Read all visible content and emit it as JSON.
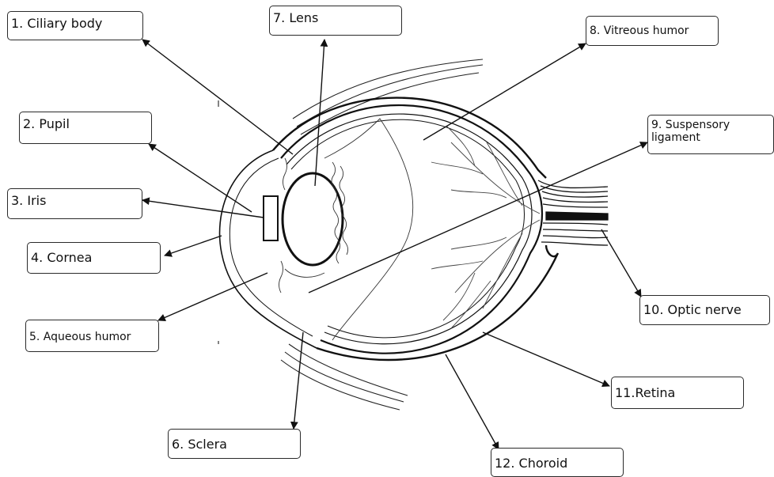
{
  "diagram": {
    "labels": {
      "ciliary_body": "1. Ciliary body",
      "pupil": "2. Pupil",
      "iris": "3. Iris",
      "cornea": "4. Cornea",
      "aqueous_humor": "5. Aqueous humor",
      "sclera": "6. Sclera",
      "lens": "7. Lens",
      "vitreous_humor": "8. Vitreous humor",
      "suspensory_ligament": "9. Suspensory ligament",
      "optic_nerve": "10. Optic nerve",
      "retina": "11.Retina",
      "choroid": "12. Choroid"
    }
  }
}
